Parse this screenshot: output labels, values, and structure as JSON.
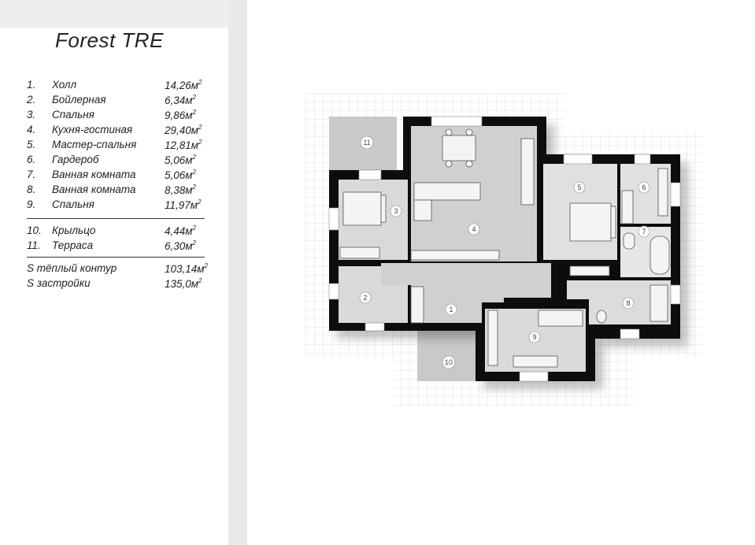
{
  "title": "Forest TRE",
  "rooms": [
    {
      "num": "1.",
      "name": "Холл",
      "area": "14,26м",
      "sup": "2"
    },
    {
      "num": "2.",
      "name": "Бойлерная",
      "area": "6,34м",
      "sup": "2"
    },
    {
      "num": "3.",
      "name": "Спальня",
      "area": "9,86м",
      "sup": "2"
    },
    {
      "num": "4.",
      "name": "Кухня-гостиная",
      "area": "29,40м",
      "sup": "2"
    },
    {
      "num": "5.",
      "name": "Мастер-спальня",
      "area": "12,81м",
      "sup": "2"
    },
    {
      "num": "6.",
      "name": "Гардероб",
      "area": "5,06м",
      "sup": "2"
    },
    {
      "num": "7.",
      "name": "Ванная комната",
      "area": "5,06м",
      "sup": "2"
    },
    {
      "num": "8.",
      "name": "Ванная комната",
      "area": "8,38м",
      "sup": "2"
    },
    {
      "num": "9.",
      "name": "Спальня",
      "area": "11,97м",
      "sup": "2"
    }
  ],
  "outdoor": [
    {
      "num": "10.",
      "name": "Крыльцо",
      "area": "4,44м",
      "sup": "2"
    },
    {
      "num": "11.",
      "name": "Терраса",
      "area": "6,30м",
      "sup": "2"
    }
  ],
  "totals": [
    {
      "label": "S тёплый контур",
      "area": "103,14м",
      "sup": "2"
    },
    {
      "label": "S застройки",
      "area": "135,0м",
      "sup": "2"
    }
  ],
  "plan_labels": [
    "1",
    "2",
    "3",
    "4",
    "5",
    "6",
    "7",
    "8",
    "9",
    "10",
    "11"
  ]
}
